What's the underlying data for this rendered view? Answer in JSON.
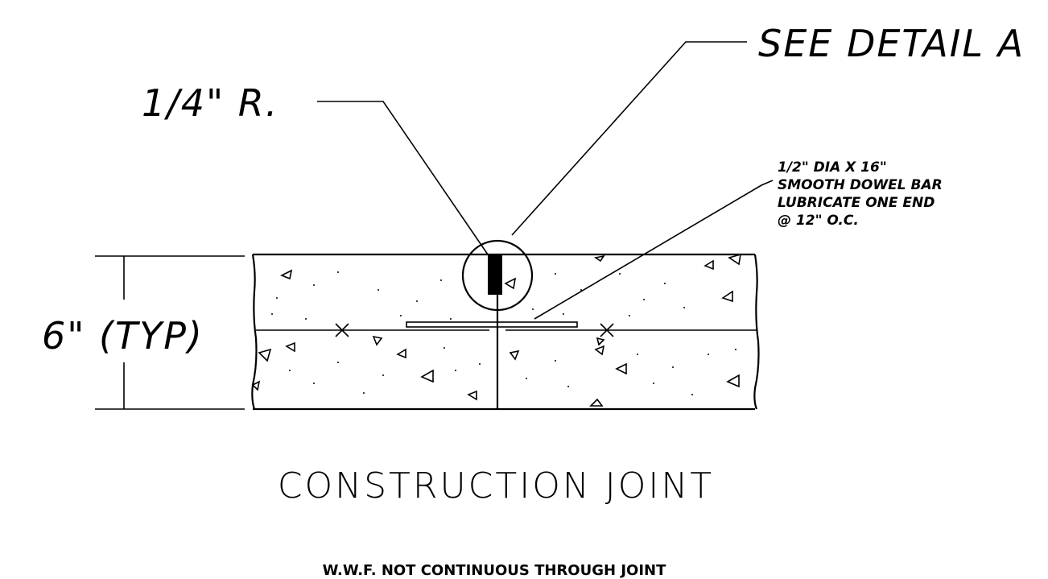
{
  "callouts": {
    "see_detail": "SEE DETAIL A",
    "radius": "1/4\" R.",
    "thickness": "6\" (TYP)",
    "dowel_note": [
      "1/2\" DIA X 16\"",
      "SMOOTH DOWEL BAR",
      "LUBRICATE ONE END",
      "@ 12\" O.C."
    ]
  },
  "title": "CONSTRUCTION JOINT",
  "subnote": "W.W.F. NOT CONTINUOUS THROUGH JOINT"
}
